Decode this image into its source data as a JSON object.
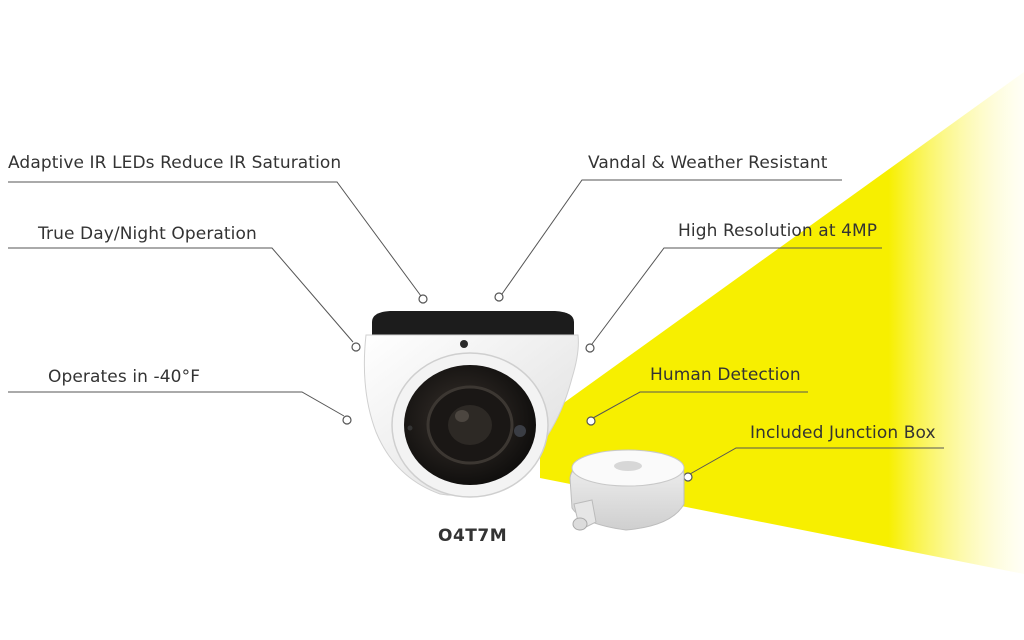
{
  "colors": {
    "beam": "#f7ef00",
    "leader_line": "#555555",
    "text": "#333333"
  },
  "features": {
    "adaptive_ir": "Adaptive IR LEDs Reduce IR Saturation",
    "day_night": "True Day/Night Operation",
    "temperature": "Operates in -40°F",
    "vandal": "Vandal & Weather Resistant",
    "resolution": "High Resolution at 4MP",
    "human_detection": "Human Detection",
    "junction_box": "Included Junction Box"
  },
  "product": {
    "model": "O4T7M"
  },
  "images": {
    "camera": "turret-camera-illustration",
    "junction_box": "junction-box-illustration"
  }
}
